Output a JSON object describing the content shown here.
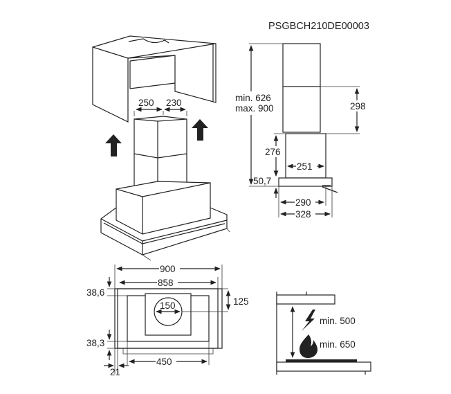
{
  "model_code": "PSGBCH210DE00003",
  "perspective_view": {
    "duct_width": "250",
    "duct_depth": "230"
  },
  "side_view": {
    "height_min": "min. 626",
    "height_max": "max. 900",
    "upper_duct_height": "298",
    "lower_duct_height": "276",
    "lower_duct_width": "251",
    "canopy_thickness": "50,7",
    "canopy_depth_inner": "290",
    "canopy_depth_outer": "328"
  },
  "plan_view": {
    "total_width": "900",
    "inner_width": "858",
    "top_offset": "38,6",
    "bottom_offset": "38,3",
    "outlet_offset": "125",
    "outlet_diameter": "150",
    "filter_width": "450",
    "side_offset": "21"
  },
  "clearance_view": {
    "electric_hob_min": "min. 500",
    "gas_hob_min": "min. 650",
    "icons": [
      "lightning-icon",
      "flame-icon"
    ]
  }
}
